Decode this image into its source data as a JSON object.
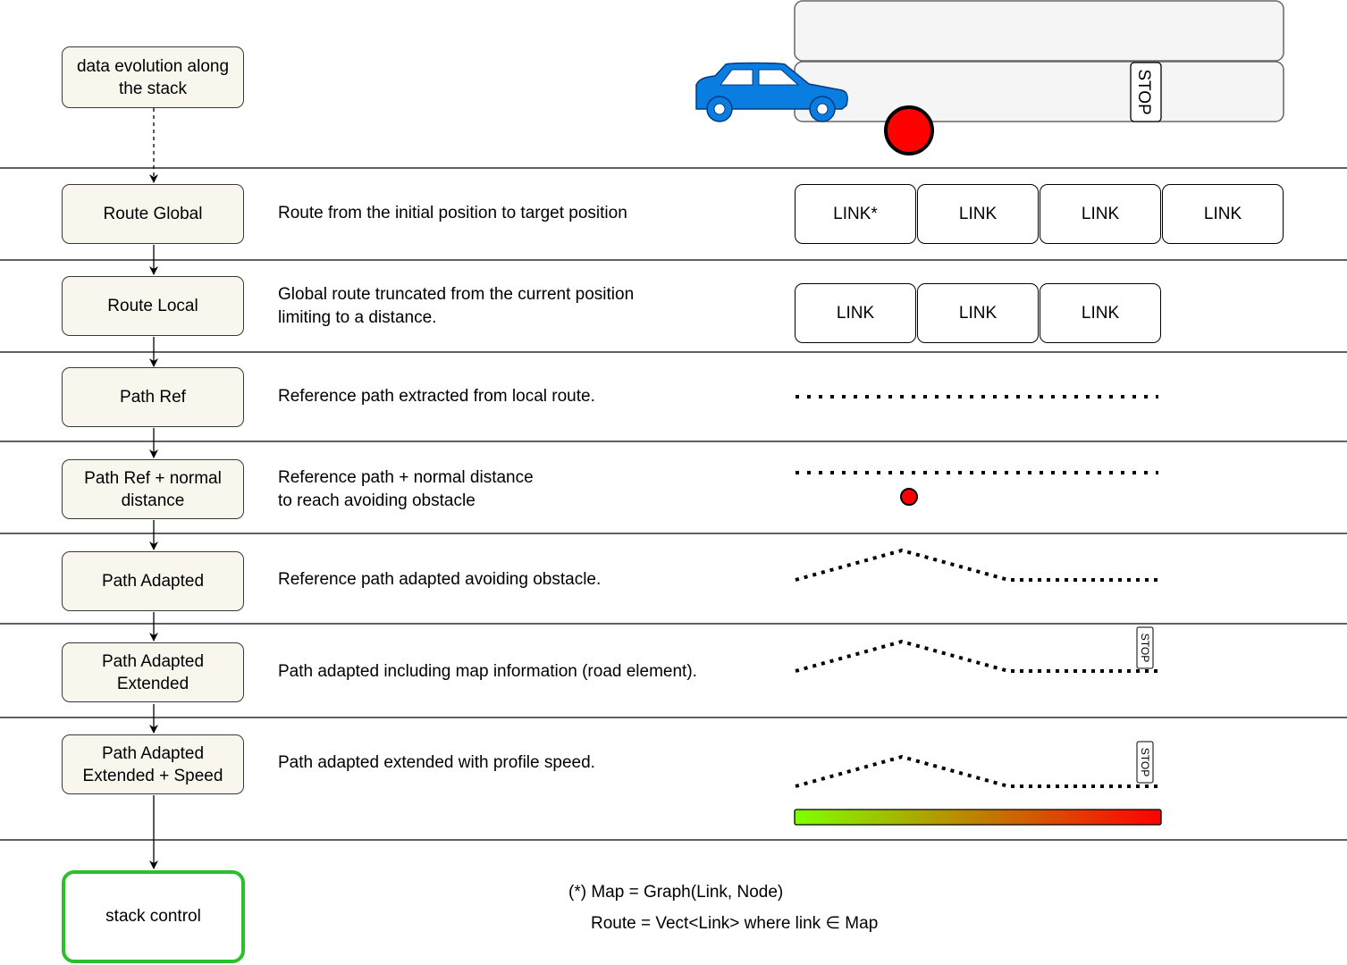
{
  "legend_box": "data evolution along the stack",
  "stages": [
    {
      "label": "Route Global",
      "desc": [
        "Route from the initial position to target position"
      ]
    },
    {
      "label": "Route Local",
      "desc": [
        "Global route truncated from the current position",
        "limiting to a distance."
      ]
    },
    {
      "label": "Path Ref",
      "desc": [
        "Reference path extracted from local route."
      ]
    },
    {
      "label": "Path Ref + normal distance",
      "desc": [
        "Reference path + normal distance",
        "to reach avoiding obstacle"
      ]
    },
    {
      "label": "Path Adapted",
      "desc": [
        "Reference path adapted avoiding obstacle."
      ]
    },
    {
      "label": "Path Adapted Extended",
      "desc": [
        "Path adapted including map information (road element)."
      ]
    },
    {
      "label": "Path Adapted Extended + Speed",
      "desc": [
        "Path adapted extended with profile speed."
      ]
    }
  ],
  "final_box": "stack control",
  "global_links": [
    "LINK*",
    "LINK",
    "LINK",
    "LINK"
  ],
  "local_links": [
    "LINK",
    "LINK",
    "LINK"
  ],
  "stop_label": "STOP",
  "footnote": {
    "line1": "(*) Map = Graph(Link, Node)",
    "line2": "Route = Vect<Link> where link ∈ Map"
  },
  "colors": {
    "box_fill": "#f9f7ed",
    "final_border": "#2bbf2b",
    "car": "#0a7de0",
    "obstacle": "#ff0000",
    "speed_start": "#80ff00",
    "speed_end": "#ff0000"
  },
  "icons": [
    "car-icon",
    "obstacle-icon",
    "stop-sign-icon"
  ]
}
